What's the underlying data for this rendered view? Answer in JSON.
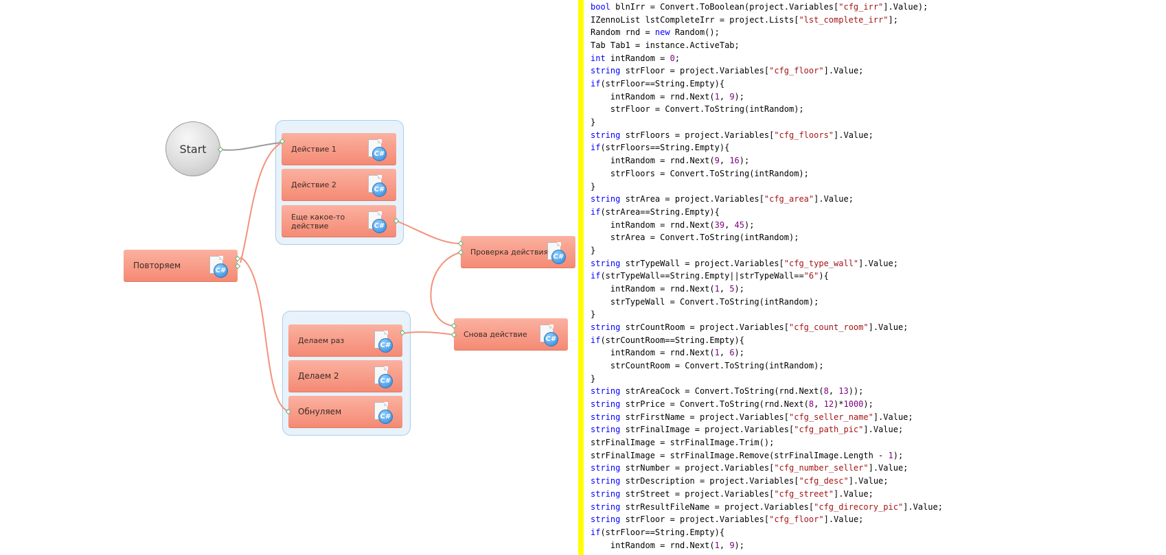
{
  "flow": {
    "start_label": "Start",
    "actions": {
      "action1": "Действие 1",
      "action2": "Действие 2",
      "action3": "Еще какое-то действие",
      "check": "Проверка действия",
      "again": "Снова действие",
      "repeat": "Повторяем",
      "do_once": "Делаем раз",
      "do_two": "Делаем 2",
      "reset": "Обнуляем"
    },
    "node_icon": "csharp-file-icon"
  },
  "code": {
    "lines": [
      [
        {
          "t": "bool",
          "c": "kw"
        },
        {
          "t": " blnIrr = Convert.ToBoolean(project.Variables["
        },
        {
          "t": "\"cfg_irr\"",
          "c": "str"
        },
        {
          "t": "].Value);"
        }
      ],
      [
        {
          "t": "IZennoList lstCompleteIrr = project.Lists["
        },
        {
          "t": "\"lst_complete_irr\"",
          "c": "str"
        },
        {
          "t": "];"
        }
      ],
      [
        {
          "t": "Random rnd = "
        },
        {
          "t": "new",
          "c": "kw"
        },
        {
          "t": " Random();"
        }
      ],
      [
        {
          "t": "Tab Tab1 = instance.ActiveTab;"
        }
      ],
      [
        {
          "t": "int",
          "c": "kw"
        },
        {
          "t": " intRandom = "
        },
        {
          "t": "0",
          "c": "num"
        },
        {
          "t": ";"
        }
      ],
      [
        {
          "t": "string",
          "c": "kw"
        },
        {
          "t": " strFloor = project.Variables["
        },
        {
          "t": "\"cfg_floor\"",
          "c": "str"
        },
        {
          "t": "].Value;"
        }
      ],
      [
        {
          "t": "if",
          "c": "kw"
        },
        {
          "t": "(strFloor==String.Empty){"
        }
      ],
      [
        {
          "t": "    intRandom = rnd.Next("
        },
        {
          "t": "1",
          "c": "num"
        },
        {
          "t": ", "
        },
        {
          "t": "9",
          "c": "num"
        },
        {
          "t": ");"
        }
      ],
      [
        {
          "t": "    strFloor = Convert.ToString(intRandom);"
        }
      ],
      [
        {
          "t": "}"
        }
      ],
      [
        {
          "t": "string",
          "c": "kw"
        },
        {
          "t": " strFloors = project.Variables["
        },
        {
          "t": "\"cfg_floors\"",
          "c": "str"
        },
        {
          "t": "].Value;"
        }
      ],
      [
        {
          "t": "if",
          "c": "kw"
        },
        {
          "t": "(strFloors==String.Empty){"
        }
      ],
      [
        {
          "t": "    intRandom = rnd.Next("
        },
        {
          "t": "9",
          "c": "num"
        },
        {
          "t": ", "
        },
        {
          "t": "16",
          "c": "num"
        },
        {
          "t": ");"
        }
      ],
      [
        {
          "t": "    strFloors = Convert.ToString(intRandom);"
        }
      ],
      [
        {
          "t": "}"
        }
      ],
      [
        {
          "t": "string",
          "c": "kw"
        },
        {
          "t": " strArea = project.Variables["
        },
        {
          "t": "\"cfg_area\"",
          "c": "str"
        },
        {
          "t": "].Value;"
        }
      ],
      [
        {
          "t": "if",
          "c": "kw"
        },
        {
          "t": "(strArea==String.Empty){"
        }
      ],
      [
        {
          "t": "    intRandom = rnd.Next("
        },
        {
          "t": "39",
          "c": "num"
        },
        {
          "t": ", "
        },
        {
          "t": "45",
          "c": "num"
        },
        {
          "t": ");"
        }
      ],
      [
        {
          "t": "    strArea = Convert.ToString(intRandom);"
        }
      ],
      [
        {
          "t": "}"
        }
      ],
      [
        {
          "t": "string",
          "c": "kw"
        },
        {
          "t": " strTypeWall = project.Variables["
        },
        {
          "t": "\"cfg_type_wall\"",
          "c": "str"
        },
        {
          "t": "].Value;"
        }
      ],
      [
        {
          "t": "if",
          "c": "kw"
        },
        {
          "t": "(strTypeWall==String.Empty||strTypeWall=="
        },
        {
          "t": "\"6\"",
          "c": "str"
        },
        {
          "t": "){"
        }
      ],
      [
        {
          "t": "    intRandom = rnd.Next("
        },
        {
          "t": "1",
          "c": "num"
        },
        {
          "t": ", "
        },
        {
          "t": "5",
          "c": "num"
        },
        {
          "t": ");"
        }
      ],
      [
        {
          "t": "    strTypeWall = Convert.ToString(intRandom);"
        }
      ],
      [
        {
          "t": "}"
        }
      ],
      [
        {
          "t": "string",
          "c": "kw"
        },
        {
          "t": " strCountRoom = project.Variables["
        },
        {
          "t": "\"cfg_count_room\"",
          "c": "str"
        },
        {
          "t": "].Value;"
        }
      ],
      [
        {
          "t": "if",
          "c": "kw"
        },
        {
          "t": "(strCountRoom==String.Empty){"
        }
      ],
      [
        {
          "t": "    intRandom = rnd.Next("
        },
        {
          "t": "1",
          "c": "num"
        },
        {
          "t": ", "
        },
        {
          "t": "6",
          "c": "num"
        },
        {
          "t": ");"
        }
      ],
      [
        {
          "t": "    strCountRoom = Convert.ToString(intRandom);"
        }
      ],
      [
        {
          "t": "}"
        }
      ],
      [
        {
          "t": "string",
          "c": "kw"
        },
        {
          "t": " strAreaCock = Convert.ToString(rnd.Next("
        },
        {
          "t": "8",
          "c": "num"
        },
        {
          "t": ", "
        },
        {
          "t": "13",
          "c": "num"
        },
        {
          "t": "));"
        }
      ],
      [
        {
          "t": "string",
          "c": "kw"
        },
        {
          "t": " strPrice = Convert.ToString(rnd.Next("
        },
        {
          "t": "8",
          "c": "num"
        },
        {
          "t": ", "
        },
        {
          "t": "12",
          "c": "num"
        },
        {
          "t": ")*"
        },
        {
          "t": "1000",
          "c": "num"
        },
        {
          "t": ");"
        }
      ],
      [
        {
          "t": "string",
          "c": "kw"
        },
        {
          "t": " strFirstName = project.Variables["
        },
        {
          "t": "\"cfg_seller_name\"",
          "c": "str"
        },
        {
          "t": "].Value;"
        }
      ],
      [
        {
          "t": "string",
          "c": "kw"
        },
        {
          "t": " strFinalImage = project.Variables["
        },
        {
          "t": "\"cfg_path_pic\"",
          "c": "str"
        },
        {
          "t": "].Value;"
        }
      ],
      [
        {
          "t": "strFinalImage = strFinalImage.Trim();"
        }
      ],
      [
        {
          "t": "strFinalImage = strFinalImage.Remove(strFinalImage.Length - "
        },
        {
          "t": "1",
          "c": "num"
        },
        {
          "t": ");"
        }
      ],
      [
        {
          "t": "string",
          "c": "kw"
        },
        {
          "t": " strNumber = project.Variables["
        },
        {
          "t": "\"cfg_number_seller\"",
          "c": "str"
        },
        {
          "t": "].Value;"
        }
      ],
      [
        {
          "t": "string",
          "c": "kw"
        },
        {
          "t": " strDescription = project.Variables["
        },
        {
          "t": "\"cfg_desc\"",
          "c": "str"
        },
        {
          "t": "].Value;"
        }
      ],
      [
        {
          "t": "string",
          "c": "kw"
        },
        {
          "t": " strStreet = project.Variables["
        },
        {
          "t": "\"cfg_street\"",
          "c": "str"
        },
        {
          "t": "].Value;"
        }
      ],
      [
        {
          "t": "string",
          "c": "kw"
        },
        {
          "t": " strResultFileName = project.Variables["
        },
        {
          "t": "\"cfg_direcory_pic\"",
          "c": "str"
        },
        {
          "t": "].Value;"
        }
      ],
      [
        {
          "t": "string",
          "c": "kw"
        },
        {
          "t": " strFloor = project.Variables["
        },
        {
          "t": "\"cfg_floor\"",
          "c": "str"
        },
        {
          "t": "].Value;"
        }
      ],
      [
        {
          "t": "if",
          "c": "kw"
        },
        {
          "t": "(strFloor==String.Empty){"
        }
      ],
      [
        {
          "t": "    intRandom = rnd.Next("
        },
        {
          "t": "1",
          "c": "num"
        },
        {
          "t": ", "
        },
        {
          "t": "9",
          "c": "num"
        },
        {
          "t": ");"
        }
      ]
    ]
  },
  "colors": {
    "divider": "#ffff00",
    "node": "#f48a74",
    "group_bg": "#e8f2fb",
    "wire": "#f4917a",
    "keyword": "#0000ff",
    "string": "#a31515",
    "number": "#800080"
  }
}
